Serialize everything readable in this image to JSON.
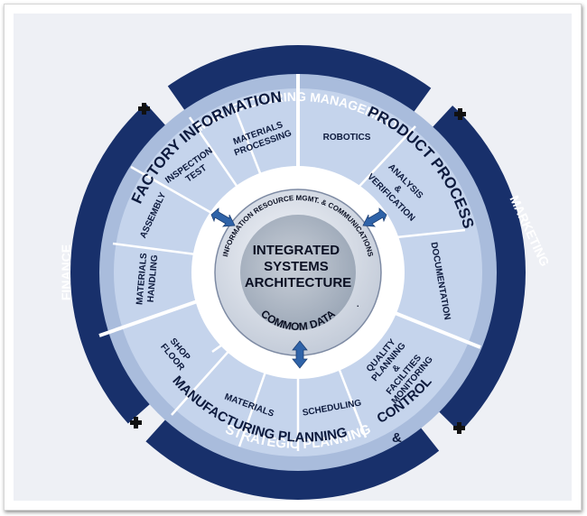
{
  "outer_ring": {
    "top": "MANUFACTURING MANAGEMENT",
    "bottom": "STRATEGIC PLANNING",
    "left": "FINANCE",
    "right": "MARKETING"
  },
  "quadrants": {
    "factory_information": "FACTORY INFORMATION",
    "product_process": "PRODUCT PROCESS",
    "manufacturing_planning": "MANUFACTURING PLANNING",
    "control": "CONTROL",
    "ampersand": "&"
  },
  "segments": {
    "materials_processing": [
      "MATERIALS",
      "PROCESSING"
    ],
    "inspection_test": [
      "INSPECTION",
      "TEST"
    ],
    "assembly": [
      "ASSEMBLY"
    ],
    "materials_handling": [
      "MATERIALS",
      "HANDLING"
    ],
    "robotics": [
      "ROBOTICS"
    ],
    "analysis_verification": [
      "ANALYSIS",
      "&",
      "VERIFICATION"
    ],
    "documentation": [
      "DOCUMENTATION"
    ],
    "quality_planning": [
      "QUALITY",
      "PLANNING",
      "&",
      "FACILITIES",
      "MONITORING"
    ],
    "scheduling": [
      "SCHEDULING"
    ],
    "materials": [
      "MATERIALS"
    ],
    "shop_floor": [
      "SHOP",
      "FLOOR"
    ]
  },
  "center": {
    "ring_text": "INFORMATION RESOURCE MGMT. & COMMUNICATIONS",
    "ring_dot": ".",
    "title_lines": [
      "INTEGRATED",
      "SYSTEMS",
      "ARCHITECTURE"
    ],
    "bottom": "COMMOM DATA"
  },
  "colors": {
    "navy": "#18306b",
    "band": "#a9bcdc",
    "sector": "#c5d4ec",
    "divider": "#ffffff",
    "core": "#dfe4ee",
    "arrow": "#2f63a8"
  }
}
